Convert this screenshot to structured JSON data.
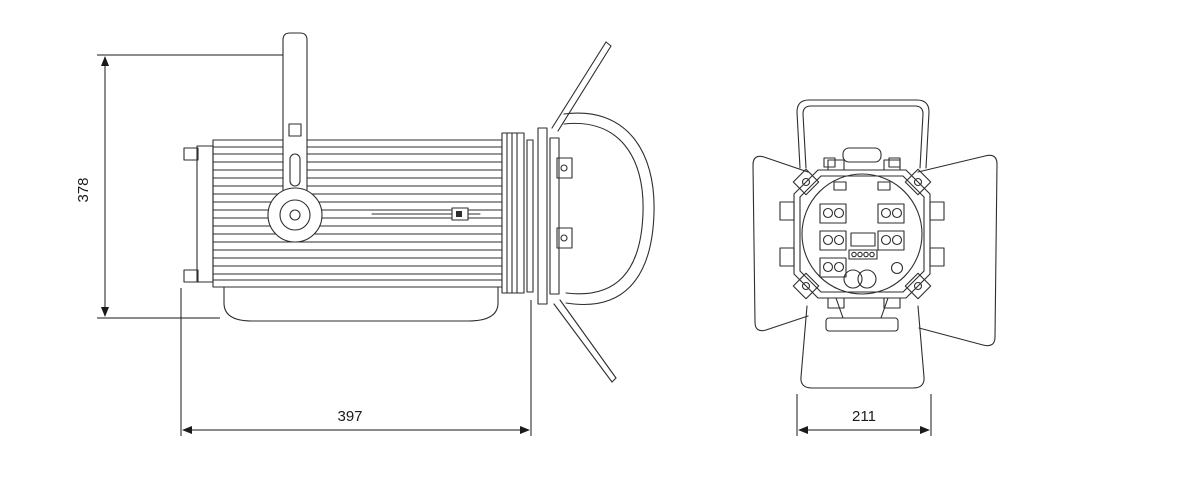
{
  "drawing": {
    "type": "technical-dimension-drawing",
    "dimensions": {
      "height": "378",
      "length": "397",
      "width": "211"
    },
    "colors": {
      "line": "#2e2e2e",
      "dimension": "#1a1a1a",
      "background": "#ffffff"
    }
  }
}
